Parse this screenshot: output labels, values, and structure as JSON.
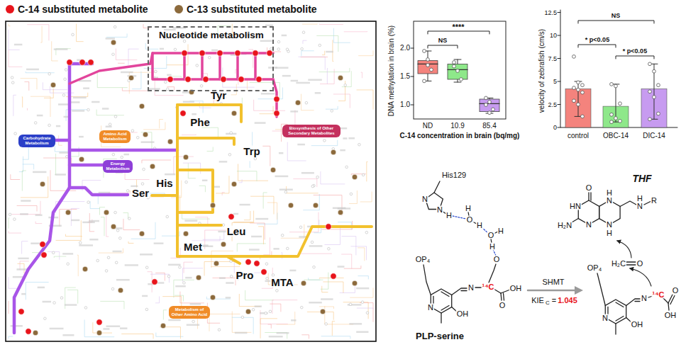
{
  "diagram": {
    "nodes": [
      {
        "text": [
          "Nucleotide metabolism"
        ]
      },
      {
        "text": [
          "Carbohydrate Metabolism"
        ]
      },
      {
        "text": [
          "Amino Acid Metabolism"
        ]
      },
      {
        "text": [
          "Biosynthesis of Other Secondary Metabolites"
        ]
      },
      {
        "text": [
          "Energy Metabolism"
        ]
      },
      {
        "text": [
          "Metabolism of Other Amino Acid"
        ]
      }
    ],
    "labels": [
      "Tyr",
      "Phe",
      "His",
      "Ser",
      "Trp",
      "Leu",
      "Met",
      "Pro",
      "MTA",
      "DNA methylation in brain (%)",
      "2.0",
      "1.5",
      "1.0",
      "ND",
      "10.9",
      "85.4",
      "C-14 concentration in brain (bq/mg)",
      "NS",
      "****",
      "velocity of zebrafish (cm/s)",
      "12.5",
      "10",
      "7.5",
      "5",
      "2.5",
      "0",
      "control",
      "OBC-14",
      "DIC-14",
      "NS",
      "* p<0.05",
      "* p<0.05",
      "His129",
      "N",
      "N",
      "H",
      "H",
      "O",
      "H",
      "O",
      "H",
      "H",
      "O",
      "OP₄",
      "N",
      "OH",
      "N",
      "¹⁴C",
      "O",
      "OH",
      "PLP-serine",
      "SHMT",
      "KIE",
      "C",
      "=",
      "1.045",
      "THF",
      "O",
      "HN",
      "H₂N",
      "N",
      "N",
      "H",
      "N",
      "H",
      "N",
      "H",
      "R",
      "H₂C",
      "O",
      "OP₄",
      "N",
      "OH",
      "N",
      "¹⁴C",
      "O",
      "OH"
    ],
    "legend": [
      {
        "text": "C-14 substituted metabolite",
        "color": "#e8141b"
      },
      {
        "text": "C-13 substituted metabolite",
        "color": "#8c6a3c"
      }
    ]
  }
}
